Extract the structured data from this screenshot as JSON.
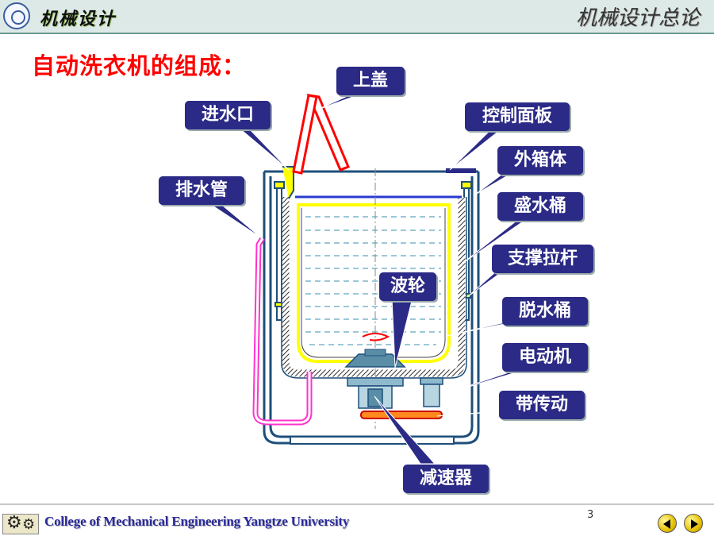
{
  "header": {
    "course_title": "机械设计",
    "section_title": "机械设计总论"
  },
  "slide": {
    "heading": "自动洗衣机的组成：",
    "labels": {
      "lid": "上盖",
      "water_inlet": "进水口",
      "control_panel": "控制面板",
      "outer_case": "外箱体",
      "water_tub": "盛水桶",
      "drain_pipe": "排水管",
      "support_rod": "支撑拉杆",
      "impeller": "波轮",
      "spin_tub": "脱水桶",
      "motor": "电动机",
      "belt_drive": "带传动",
      "reducer": "减速器"
    }
  },
  "footer": {
    "text": "College of Mechanical Engineering Yangtze University",
    "page_number": "3"
  },
  "colors": {
    "label_bg": "#2b2a86",
    "heading": "#ff0000",
    "footer_text": "#2a2a9c",
    "tub_outline": "#1e4f7a",
    "spin_tub": "#ffff00",
    "water_line": "#2b3bd0",
    "drain_pipe": "#ff33cc",
    "lid": "#ff0000"
  }
}
